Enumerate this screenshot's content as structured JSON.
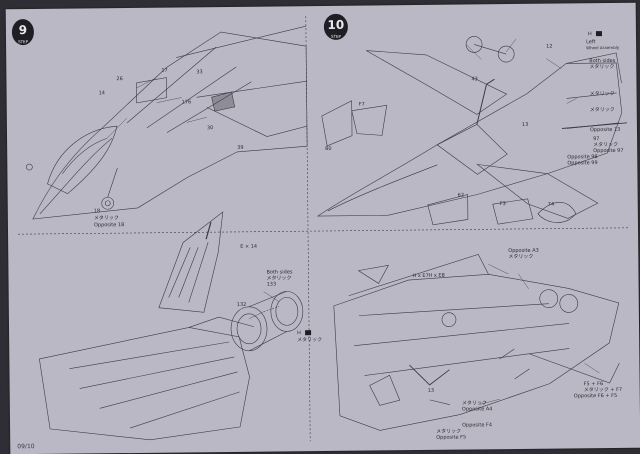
{
  "page": {
    "number": "09/10",
    "background_color": "#b9b8c4",
    "line_color": "#3b3a44"
  },
  "steps": [
    {
      "number": "9",
      "caption": "STEP"
    },
    {
      "number": "10",
      "caption": "STEP"
    }
  ],
  "callouts": {
    "step9_cockpit": [
      "26",
      "17",
      "176",
      "33",
      "30",
      "39",
      "14"
    ],
    "step9_gear": [
      "18",
      "メタリック",
      "Opposite 18"
    ],
    "step9_tail_code": "E × 14",
    "step9_exhaust": [
      "Both sides",
      "メタリック",
      "133",
      "132",
      "H",
      "メタリック"
    ],
    "step10_top_callouts": [
      "H",
      "Left",
      "Wheel Assembly",
      "12",
      "Both sides",
      "メタリック",
      "メタリック",
      "メタリック",
      "13",
      "Opposite 13"
    ],
    "step10_right_opposites": [
      "97",
      "メタリック",
      "Opposite 97",
      "Opposite 98",
      "Opposite 99"
    ],
    "step10_lower_callouts": [
      "Opposite A3",
      "メタリック",
      "H x E7",
      "H x E8",
      "13",
      "メタリック",
      "Opposite A4",
      "Opposite F4",
      "メタリック",
      "Opposite F5",
      "F5 + F6",
      "メタリック + F7",
      "Opposite F6 + F5"
    ],
    "step10_parts": [
      "F7",
      "80",
      "62",
      "F3",
      "74",
      "43"
    ]
  }
}
